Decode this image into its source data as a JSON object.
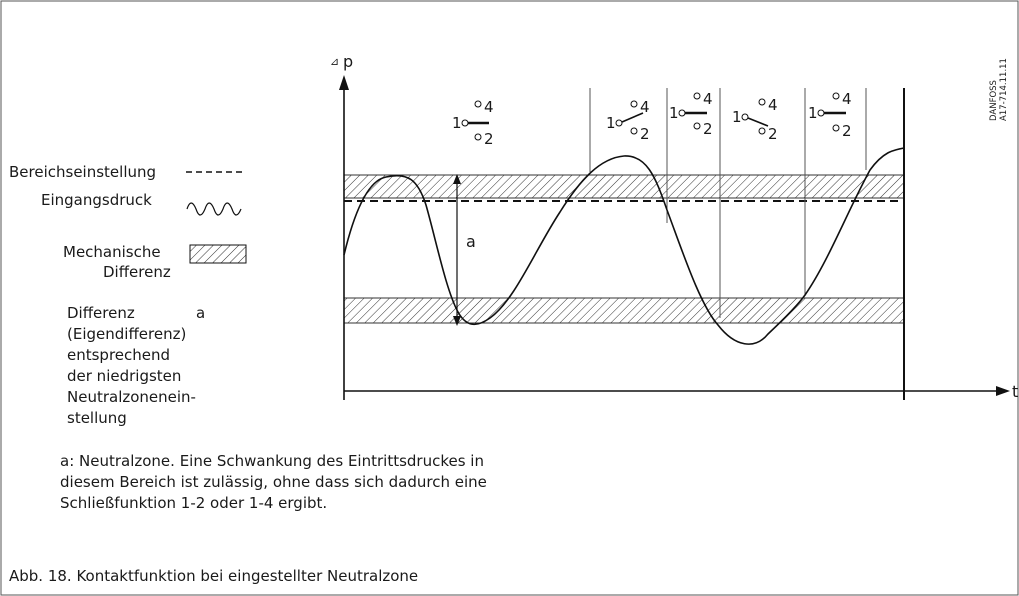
{
  "diagram": {
    "axes": {
      "y_label": "p",
      "x_label": "t"
    },
    "code": {
      "line1": "DANFOSS",
      "line2": "A17-714.11.11"
    },
    "legend": {
      "range": "Bereichseinstellung",
      "inlet_pressure": "Eingangsdruck",
      "mech_diff_line1": "Mechanische",
      "mech_diff_line2": "Differenz",
      "diff_line1": "Differenz",
      "diff_symbol": "a",
      "diff_line2": "(Eigendifferenz)",
      "diff_line3": "entsprechend",
      "diff_line4": "der niedrigsten",
      "diff_line5": "Neutralzonenein-",
      "diff_line6": "stellung"
    },
    "chart_marker": "a",
    "switch_labels": {
      "common": "1",
      "top": "4",
      "bottom": "2"
    },
    "note": {
      "line1": "a: Neutralzone. Eine Schwankung des Eintrittsdruckes in",
      "line2": "diesem Bereich ist zulässig, ohne dass sich dadurch eine",
      "line3": "Schließfunktion 1-2 oder 1-4 ergibt."
    },
    "caption": "Abb. 18. Kontaktfunktion bei eingestellter Neutralzone"
  }
}
